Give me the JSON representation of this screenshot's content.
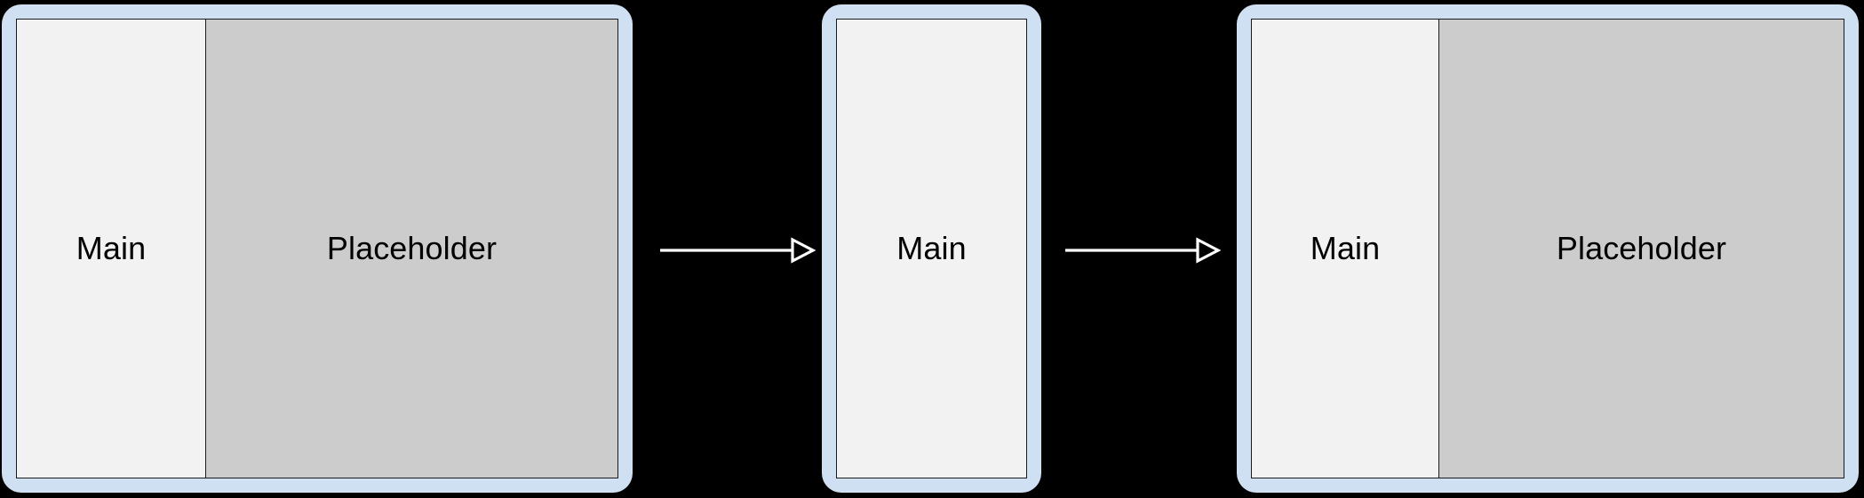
{
  "diagram": {
    "background_color": "#000000",
    "frame_color": "#cfe0f2",
    "panel_main_color": "#f2f2f2",
    "panel_placeholder_color": "#cccccc",
    "panel_border_color": "#1b1b1b",
    "arrow_color": "#ffffff",
    "steps": [
      {
        "id": "state-expanded-left",
        "panels": [
          {
            "role": "main",
            "label": "Main"
          },
          {
            "role": "placeholder",
            "label": "Placeholder"
          }
        ]
      },
      {
        "id": "state-collapsed",
        "panels": [
          {
            "role": "main",
            "label": "Main"
          }
        ]
      },
      {
        "id": "state-expanded-right",
        "panels": [
          {
            "role": "main",
            "label": "Main"
          },
          {
            "role": "placeholder",
            "label": "Placeholder"
          }
        ]
      }
    ],
    "arrows": [
      {
        "id": "transition-1",
        "direction": "right"
      },
      {
        "id": "transition-2",
        "direction": "right"
      }
    ]
  }
}
